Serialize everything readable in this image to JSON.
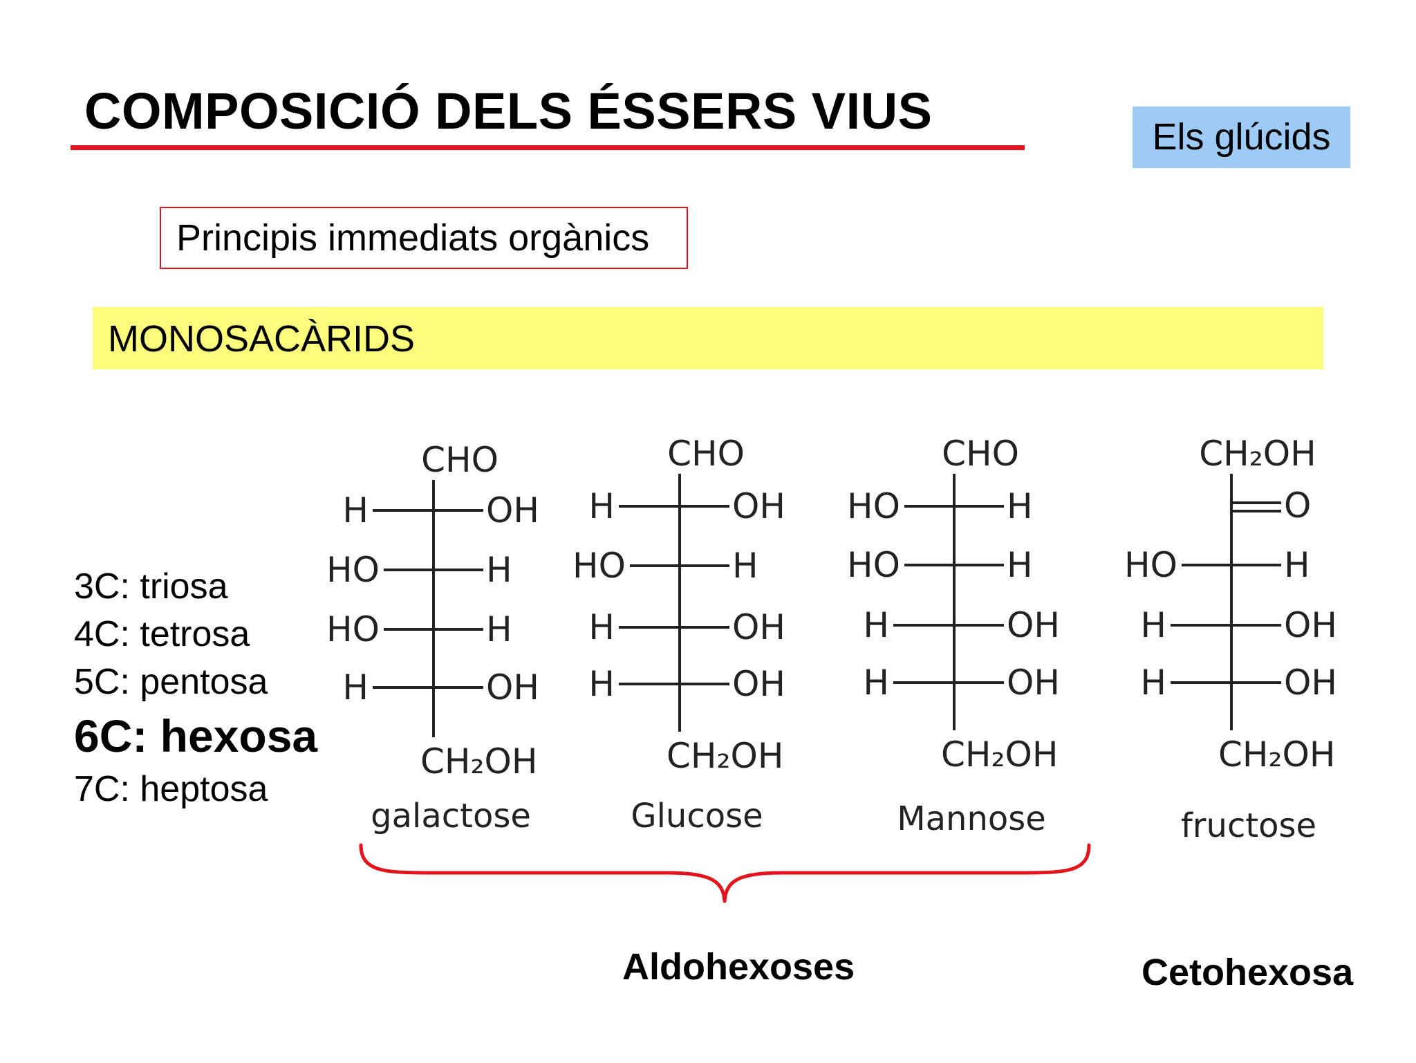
{
  "slide": {
    "title": "COMPOSICIÓ DELS ÉSSERS VIUS",
    "tag": "Els glúcids",
    "subtitle": "Principis immediats orgànics",
    "section": "MONOSACÀRIDS",
    "carbon_types": [
      "3C: triosa",
      "4C: tetrosa",
      "5C: pentosa",
      "6C: hexosa",
      "7C: heptosa"
    ],
    "groups": {
      "aldo": "Aldohexoses",
      "ceto": "Cetohexosa"
    }
  },
  "molecules": [
    {
      "name": "galactose",
      "top": "CHO",
      "bottom": "CH₂OH",
      "rows": [
        {
          "left": "H",
          "right": "OH"
        },
        {
          "left": "HO",
          "right": "H"
        },
        {
          "left": "HO",
          "right": "H"
        },
        {
          "left": "H",
          "right": "OH"
        }
      ]
    },
    {
      "name": "Glucose",
      "top": "CHO",
      "bottom": "CH₂OH",
      "rows": [
        {
          "left": "H",
          "right": "OH"
        },
        {
          "left": "HO",
          "right": "H"
        },
        {
          "left": "H",
          "right": "OH"
        },
        {
          "left": "H",
          "right": "OH"
        }
      ]
    },
    {
      "name": "Mannose",
      "top": "CHO",
      "bottom": "CH₂OH",
      "rows": [
        {
          "left": "HO",
          "right": "H"
        },
        {
          "left": "HO",
          "right": "H"
        },
        {
          "left": "H",
          "right": "OH"
        },
        {
          "left": "H",
          "right": "OH"
        }
      ]
    },
    {
      "name": "fructose",
      "top": "CH₂OH",
      "carbonyl": "O",
      "bottom": "CH₂OH",
      "rows": [
        {
          "left": "HO",
          "right": "H"
        },
        {
          "left": "H",
          "right": "OH"
        },
        {
          "left": "H",
          "right": "OH"
        }
      ]
    }
  ],
  "colors": {
    "accent_red": "#e3141b",
    "tag_blue": "#9dcbf6",
    "band_yellow": "#fcfc7c"
  }
}
